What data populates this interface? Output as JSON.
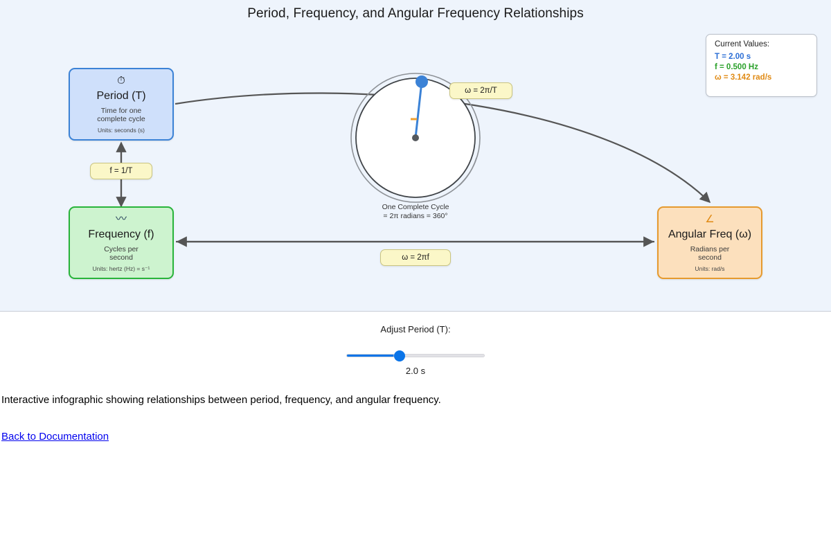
{
  "page": {
    "title": "Period, Frequency, and Angular Frequency Relationships",
    "caption": "Interactive infographic showing relationships between period, frequency, and angular frequency.",
    "back_link": "Back to Documentation"
  },
  "boxes": {
    "period": {
      "icon": "⏱",
      "icon_name": "stopwatch-icon",
      "title": "Period (T)",
      "desc_line1": "Time for one",
      "desc_line2": "complete cycle",
      "units": "Units: seconds (s)",
      "color": "#3b82d6",
      "fill": "#cfe0fb"
    },
    "frequency": {
      "icon": "〰",
      "icon_name": "wave-icon",
      "title": "Frequency (f)",
      "desc_line1": "Cycles per",
      "desc_line2": "second",
      "units": "Units: hertz (Hz) = s⁻¹",
      "color": "#28b43a",
      "fill": "#cdf3cf"
    },
    "angular": {
      "icon": "∠",
      "icon_name": "angle-icon",
      "title": "Angular Freq (ω)",
      "desc_line1": "Radians per",
      "desc_line2": "second",
      "units": "Units: rad/s",
      "color": "#e69a2e",
      "fill": "#fce0bd"
    }
  },
  "formulas": {
    "f_from_T": "f = 1/T",
    "omega_from_f": "ω = 2πf",
    "omega_from_T": "ω = 2π/T"
  },
  "current_values": {
    "heading": "Current Values:",
    "period": "T = 2.00 s",
    "frequency": "f = 0.500 Hz",
    "angular": "ω = 3.142 rad/s",
    "period_color": "#2c6fd6",
    "frequency_color": "#2aa02a",
    "angular_color": "#e08a14"
  },
  "cycle_diagram": {
    "caption_line1": "One Complete Cycle",
    "caption_line2": "= 2π radians = 360°",
    "rotor_color": "#3b82d6",
    "marker_color": "#f0a030"
  },
  "controls": {
    "slider_label": "Adjust Period (T):",
    "slider_value_text": "2.0 s",
    "slider_min": "0.2",
    "slider_max": "5.0",
    "slider_step": "0.1",
    "slider_current": "2.0"
  }
}
